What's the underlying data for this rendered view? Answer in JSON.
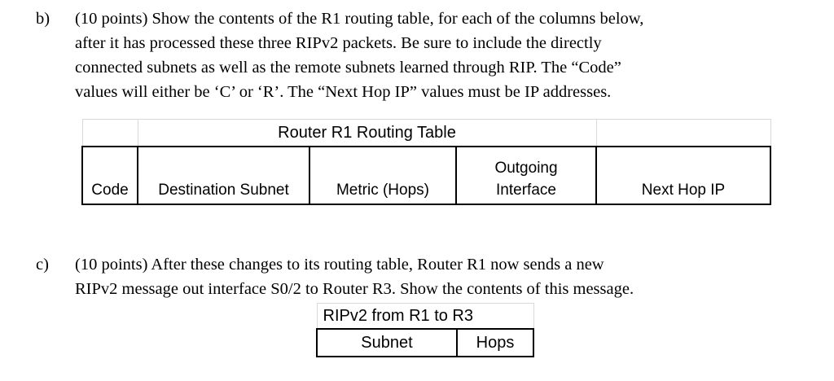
{
  "questions": [
    {
      "marker": "b)",
      "lines": [
        "(10 points) Show the contents of the R1 routing table, for each of the columns below,",
        "after it has processed these three RIPv2 packets.  Be sure to include the directly",
        "connected subnets as well as the remote subnets learned through RIP.  The “Code”",
        "values will either be ‘C’ or ‘R’.  The “Next Hop IP” values must be IP addresses."
      ]
    },
    {
      "marker": "c)",
      "lines": [
        "(10 points) After these changes to its routing table, Router R1 now sends a new",
        "RIPv2 message out interface S0/2 to Router R3.  Show the contents of this message."
      ]
    }
  ],
  "routing_table": {
    "title": "Router R1 Routing Table",
    "columns": [
      {
        "label": "Code"
      },
      {
        "label": "Destination Subnet"
      },
      {
        "label": "Metric (Hops)"
      },
      {
        "label_line1": "Outgoing",
        "label_line2": "Interface"
      },
      {
        "label": "Next Hop IP"
      }
    ],
    "rows": []
  },
  "ripv2_table": {
    "title": "RIPv2 from R1 to R3",
    "columns": [
      {
        "label": "Subnet"
      },
      {
        "label": "Hops"
      }
    ],
    "rows": []
  },
  "colors": {
    "text": "#000000",
    "background": "#ffffff",
    "table_border_strong": "#000000",
    "table_border_light": "#d9d9d9"
  }
}
